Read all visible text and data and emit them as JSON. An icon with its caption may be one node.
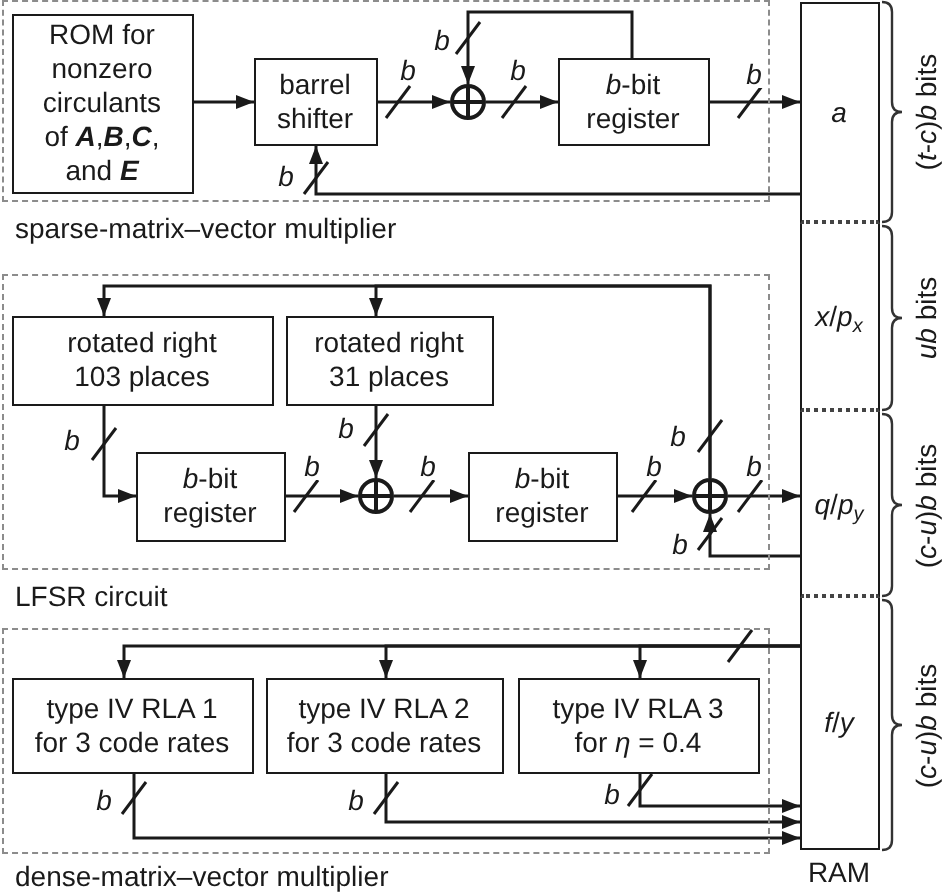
{
  "diagram": {
    "nodes": [
      {
        "text": [
          "sparse-matrix–vector multiplier"
        ]
      },
      {
        "text": [
          "ROM for nonzero circulants of **A**,**B**,**C**, and **E**"
        ],
        "in": 0
      },
      {
        "text": [
          "barrel shifter"
        ],
        "in": 0
      },
      {
        "text": [],
        "shape": "circle",
        "in": 0
      },
      {
        "text": [
          "*b*-bit register"
        ],
        "in": 0
      },
      {
        "text": [
          "LFSR circuit"
        ]
      },
      {
        "text": [
          "rotated right 103 places"
        ],
        "in": 5
      },
      {
        "text": [
          "rotated right 31 places"
        ],
        "in": 5
      },
      {
        "text": [
          "*b*-bit register"
        ],
        "in": 5
      },
      {
        "text": [],
        "shape": "circle",
        "in": 5
      },
      {
        "text": [
          "*b*-bit register"
        ],
        "in": 5
      },
      {
        "text": [],
        "shape": "circle",
        "in": 5
      },
      {
        "text": [
          "dense-matrix–vector multiplier"
        ]
      },
      {
        "text": [
          "type IV RLA 1 for 3 code rates"
        ],
        "in": 12
      },
      {
        "text": [
          "type IV RLA 2 for 3 code rates"
        ],
        "in": 12
      },
      {
        "text": [
          "type IV RLA 3 for *η* = 0.4"
        ],
        "in": 12
      },
      {
        "text": [
          "RAM"
        ]
      },
      {
        "text": [
          "a"
        ],
        "in": 16
      },
      {
        "text": [
          "*x*/*p*$_{x}$"
        ],
        "in": 16
      },
      {
        "text": [
          "*q*/*p*$_{y}$"
        ],
        "in": 16
      },
      {
        "text": [
          "*f*/*y*"
        ],
        "in": 16
      }
    ],
    "edges": [
      {
        "from": 1,
        "to": 2,
        "arrow": "to"
      },
      {
        "from": 2,
        "to": 3,
        "arrow": "to",
        "label": "b"
      },
      {
        "from": 3,
        "to": 4,
        "arrow": "to",
        "label": "b"
      },
      {
        "from": 4,
        "to": 3,
        "arrow": "to",
        "label": "b"
      },
      {
        "from": 4,
        "to": 17,
        "arrow": "to",
        "label": "b"
      },
      {
        "from": 17,
        "to": 2,
        "arrow": "to",
        "label": "b"
      },
      {
        "from": 6,
        "to": 8,
        "arrow": "to",
        "label": "b"
      },
      {
        "from": 8,
        "to": 9,
        "arrow": "to",
        "label": "b"
      },
      {
        "from": 7,
        "to": 9,
        "arrow": "to",
        "label": "b"
      },
      {
        "from": 9,
        "to": 10,
        "arrow": "to",
        "label": "b"
      },
      {
        "from": 10,
        "to": 11,
        "arrow": "to",
        "label": "b"
      },
      {
        "from": 11,
        "to": 19,
        "arrow": "to",
        "label": "b"
      },
      {
        "from": 19,
        "to": 11,
        "arrow": "to",
        "label": "b"
      },
      {
        "from": 11,
        "to": 6,
        "arrow": "to",
        "label": "b"
      },
      {
        "from": 11,
        "to": 7,
        "arrow": "to"
      },
      {
        "from": 20,
        "to": 13,
        "arrow": "to"
      },
      {
        "from": 20,
        "to": 14,
        "arrow": "to"
      },
      {
        "from": 20,
        "to": 15,
        "arrow": "to"
      },
      {
        "from": 13,
        "to": 20,
        "arrow": "to",
        "label": "b"
      },
      {
        "from": 14,
        "to": 20,
        "arrow": "to",
        "label": "b"
      },
      {
        "from": 15,
        "to": 20,
        "arrow": "to",
        "label": "b"
      }
    ],
    "labels": [
      "(*t*-*c*)*b* bits",
      "*ub* bits",
      "(*c*-*u*)*b* bits",
      "(*c*-*u*)*b* bits"
    ]
  }
}
